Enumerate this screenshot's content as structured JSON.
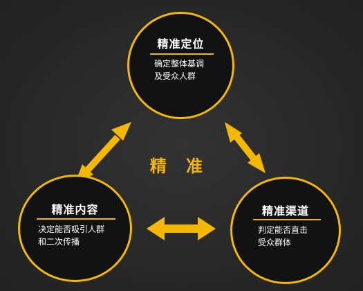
{
  "center_label": "精 准",
  "nodes": {
    "top": {
      "title": "精准定位",
      "desc_lines": [
        "确定整体基调",
        "及受众人群"
      ]
    },
    "left": {
      "title": "精准内容",
      "desc_lines": [
        "决定能否吸引人群",
        "和二次传播"
      ]
    },
    "right": {
      "title": "精准渠道",
      "desc_lines": [
        "判定能否直击",
        "受众群体"
      ]
    }
  },
  "colors": {
    "accent": "#f5b800",
    "background": "#2a2a2a",
    "circle_fill": "#121212",
    "text": "#ffffff"
  }
}
